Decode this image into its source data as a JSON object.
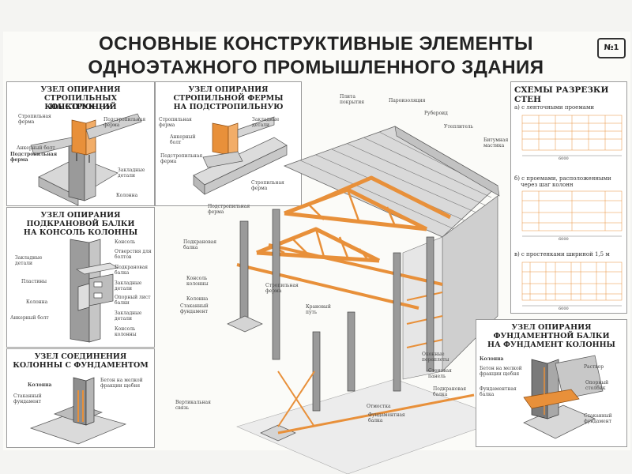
{
  "title": {
    "line1": "ОСНОВНЫЕ КОНСТРУКТИВНЫЕ ЭЛЕМЕНТЫ",
    "line2": "ОДНОЭТАЖНОГО ПРОМЫШЛЕННОГО ЗДАНИЯ",
    "badge": "№1"
  },
  "panel_truss_column": {
    "heading": [
      "УЗЕЛ ОПИРАНИЯ",
      "СТРОПИЛЬНЫХ КОНСТРУКЦИЙ",
      "НА КОЛОННУ"
    ],
    "labels": {
      "truss": "Стропильная ферма",
      "truss2": "Подстропильная ферма",
      "anchor": "Анкерный болт",
      "subtruss": "Подстропильная ферма",
      "embedded": "Закладные детали",
      "column": "Колонна"
    }
  },
  "panel_truss_subtruss": {
    "heading": [
      "УЗЕЛ ОПИРАНИЯ",
      "СТРОПИЛЬНОЙ ФЕРМЫ",
      "НА ПОДСТРОПИЛЬНУЮ"
    ],
    "labels": {
      "truss": "Стропильная ферма",
      "embedded": "Закладные детали",
      "anchor": "Анкерный болт",
      "subtruss": "Подстропильная ферма"
    }
  },
  "panel_crane_beam": {
    "heading": [
      "УЗЕЛ ОПИРАНИЯ",
      "ПОДКРАНОВОЙ БАЛКИ",
      "НА КОНСОЛЬ КОЛОННЫ"
    ],
    "labels": {
      "console": "Консоль",
      "bolt_holes": "Отверстия для болтов",
      "embedded": "Закладные детали",
      "crane_beam": "Подкрановая балка",
      "plates": "Пластины",
      "embedded2": "Закладные детали",
      "column": "Колонна",
      "support_sheet": "Опорный лист балки",
      "anchor": "Анкерный болт",
      "embedded3": "Закладные детали",
      "column_console": "Консоль колонны"
    }
  },
  "panel_column_foundation": {
    "heading": [
      "УЗЕЛ СОЕДИНЕНИЯ",
      "КОЛОННЫ С ФУНДАМЕНТОМ"
    ],
    "labels": {
      "column": "Колонна",
      "concrete": "Бетон на мелкой фракции щебня",
      "foundation": "Стаканный фундамент"
    }
  },
  "main_labels": {
    "slab": "Плита покрытия",
    "vapor": "Пароизоляция",
    "ruberoid": "Рубероид",
    "insulation": "Утеплитель",
    "mastic": "Битумная мастика",
    "truss": "Стропильная ферма",
    "subtruss": "Подстропильная ферма",
    "crane_beam": "Подкрановая балка",
    "column_console": "Консоль колонны",
    "column": "Колонна",
    "foundation": "Стаканный фундамент",
    "truss2": "Стропильная ферма",
    "crane_way": "Крановый путь",
    "vertical_tie": "Вертикальная связь",
    "window_frames": "Оконные переплеты",
    "wall_panel": "Стеновая панель",
    "crane_beam2": "Подкрановая балка",
    "blind_area": "Отмостка",
    "foundation_beam": "Фундаментная балка"
  },
  "schemes": {
    "heading": "СХЕМЫ РАЗРЕЗКИ СТЕН",
    "a": "а) с ленточными проемами",
    "b": [
      "б) с проемами, расположенными",
      "через шаг колонн"
    ],
    "c": "в) с простенками шириной 1,5 м",
    "dim": "6000"
  },
  "panel_foundation_beam": {
    "heading": [
      "УЗЕЛ ОПИРАНИЯ",
      "ФУНДАМЕНТНОЙ БАЛКИ",
      "НА ФУНДАМЕНТ КОЛОННЫ"
    ],
    "labels": {
      "column": "Колонна",
      "concrete": "Бетон на мелкой фракции щебня",
      "foundation_beam": "Фундаментная балка",
      "mortar": "Раствор",
      "support_post": "Опорный столбик",
      "foundation": "Стаканный фундамент"
    }
  },
  "colors": {
    "orange": "#e8903a",
    "grey": "#8a8a8a",
    "dark": "#4a4a4a"
  }
}
